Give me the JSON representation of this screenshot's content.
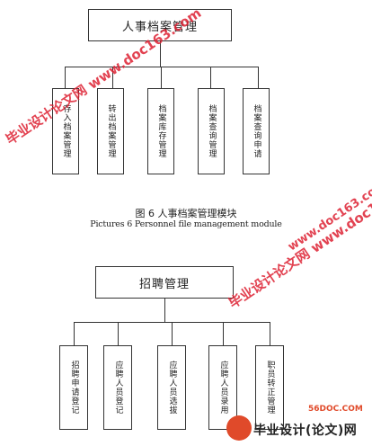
{
  "diagram1": {
    "root": "人事档案管理",
    "children": [
      "存入档案管理",
      "转出档案管理",
      "档案库存管理",
      "档案查询管理",
      "档案查询申请"
    ]
  },
  "caption": {
    "zh": "图 6 人事档案管理模块",
    "en": "Pictures 6 Personnel file management module"
  },
  "diagram2": {
    "root": "招聘管理",
    "children": [
      "招聘申请登记",
      "应聘人员登记",
      "应聘人员选拔",
      "应聘人员录用",
      "职员转正管理"
    ]
  },
  "watermarks": {
    "a": "毕业设计论文网 www.doc163.com",
    "b": "毕业设计论文网 www.doc163.com",
    "c": "www.doc163.com"
  },
  "logo": {
    "url": "56DOC.COM",
    "text": "毕业设计(论文)网"
  }
}
